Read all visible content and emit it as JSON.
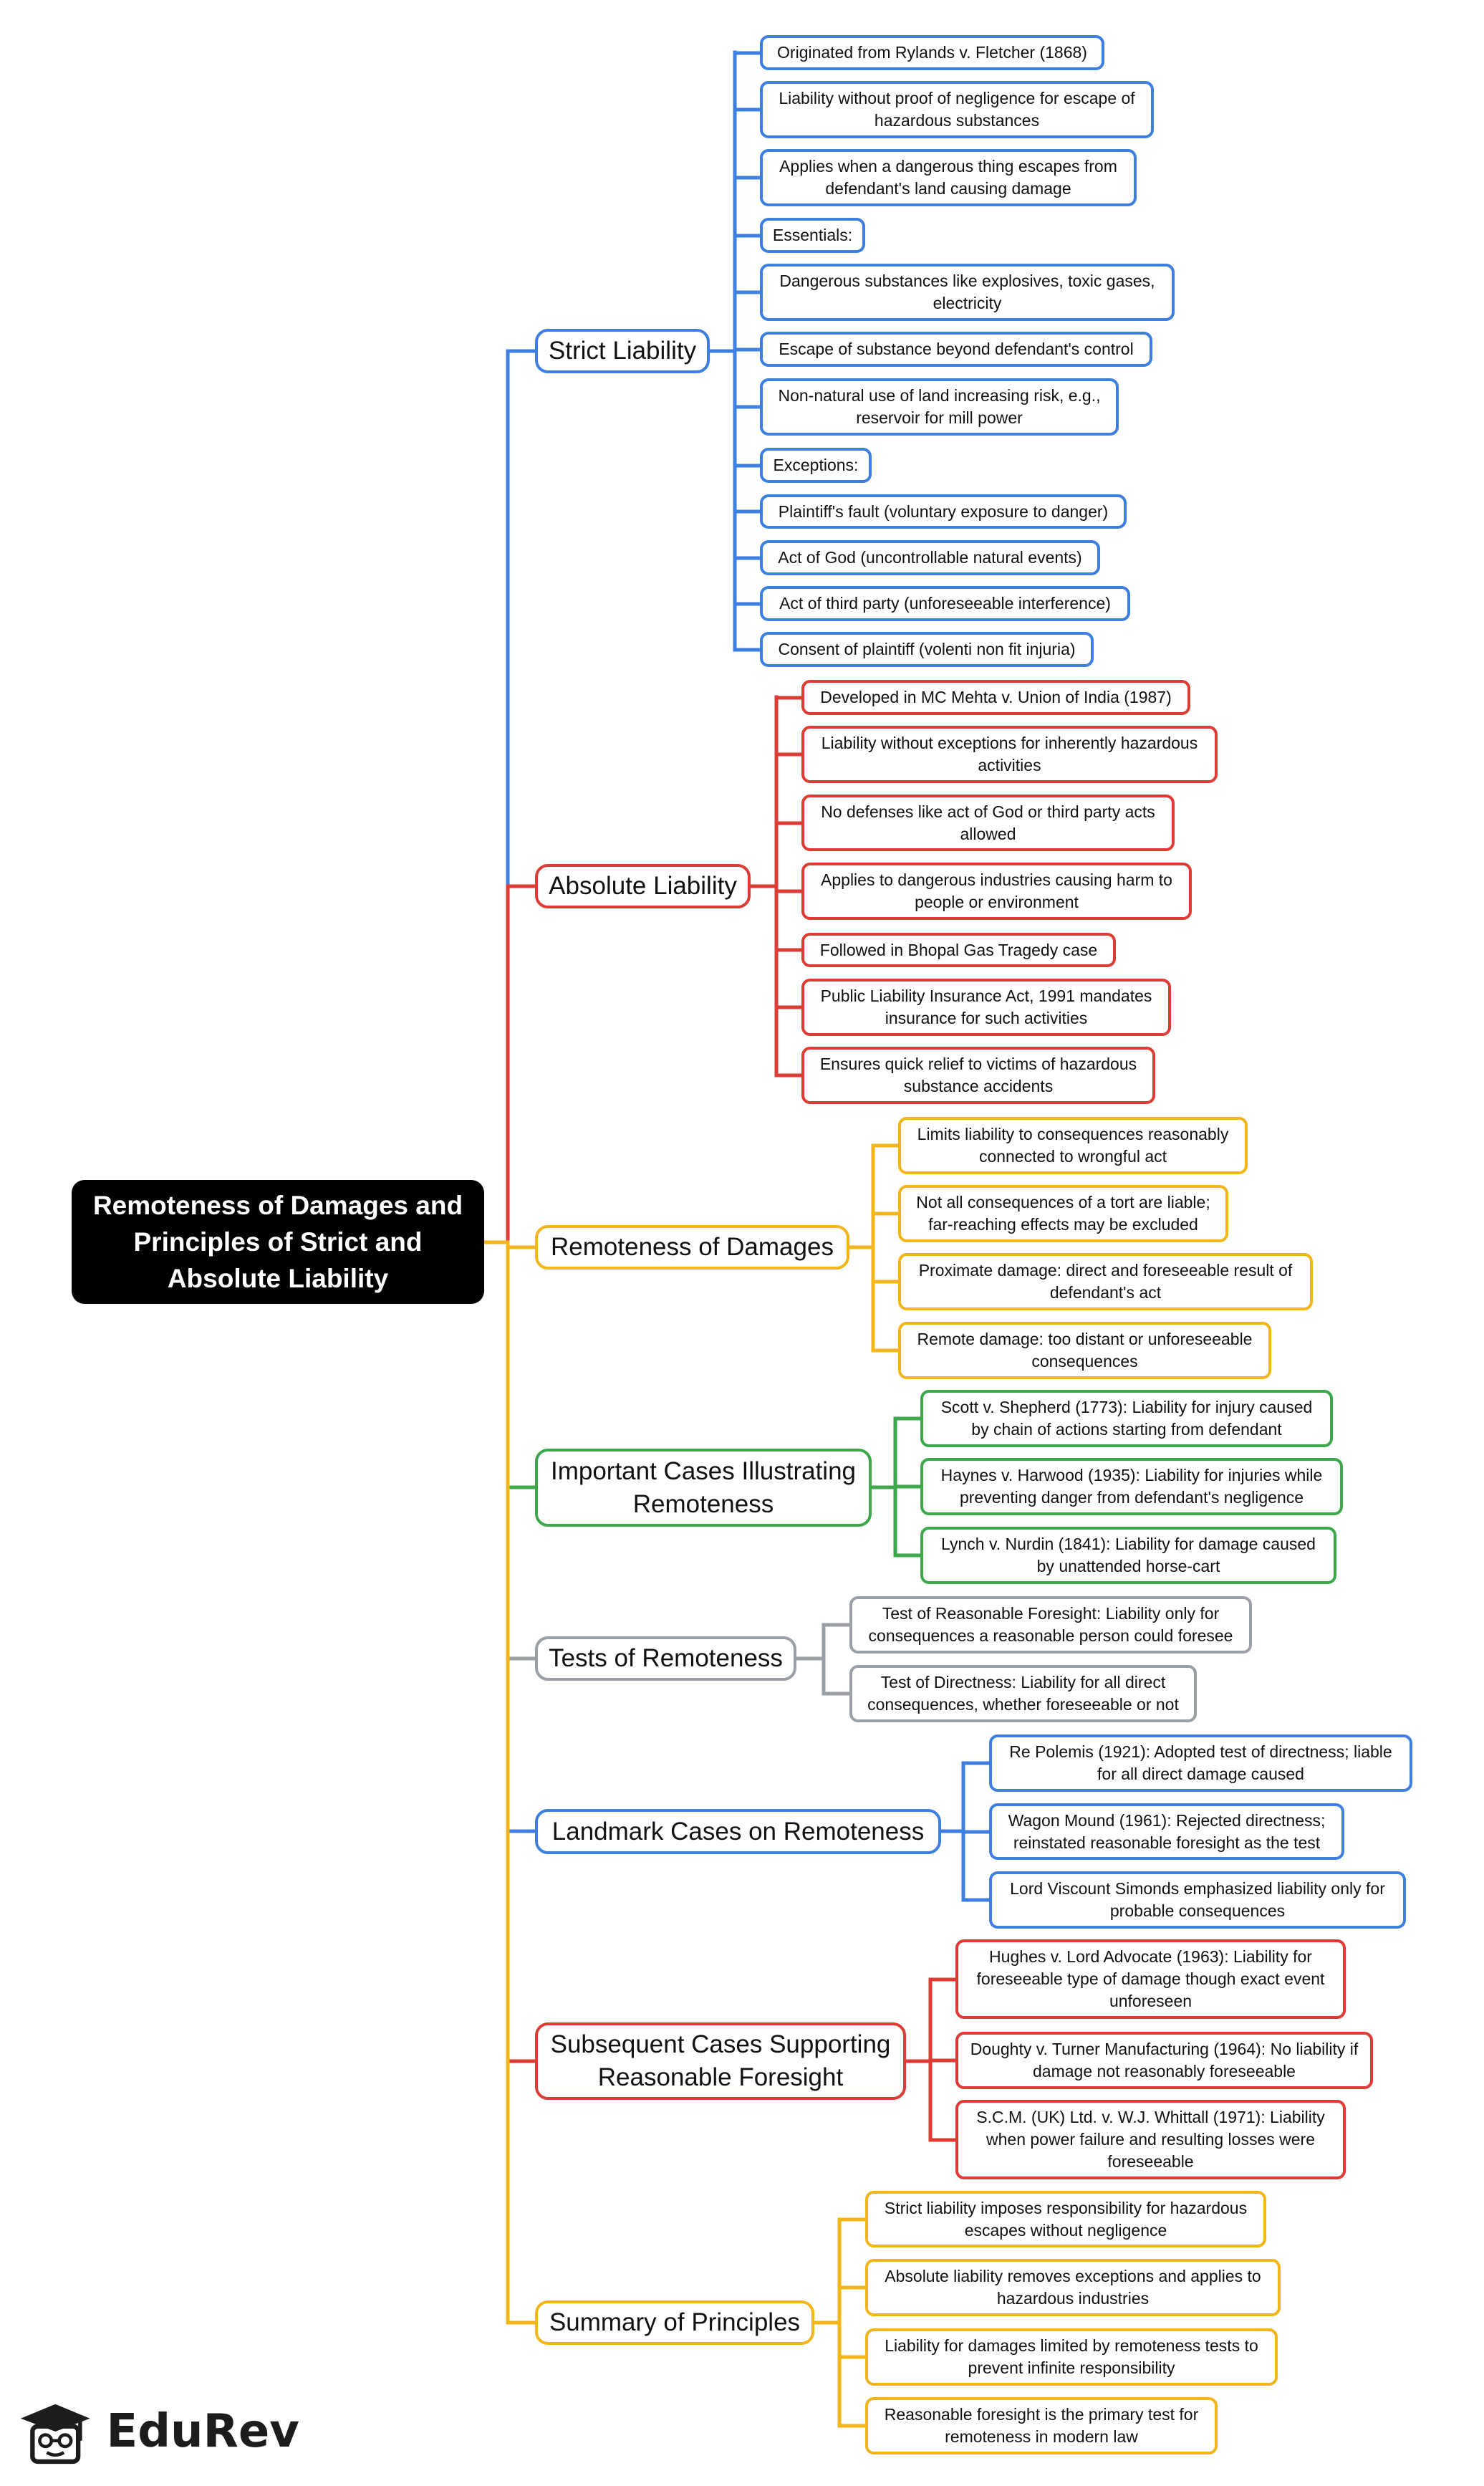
{
  "root": {
    "title": "Remoteness of Damages and Principles of Strict and Absolute Liability"
  },
  "colors": {
    "blue": "#3d7fe0",
    "red": "#dd3b33",
    "orange": "#f2b51a",
    "green": "#3ca84a",
    "gray": "#9a9ea5",
    "root_bg": "#000000"
  },
  "branches": [
    {
      "label": "Strict Liability",
      "color": "blue",
      "items": [
        "Originated from Rylands v. Fletcher (1868)",
        "Liability without proof of negligence for escape of hazardous substances",
        "Applies when a dangerous thing escapes from defendant's land causing damage",
        "Essentials:",
        "Dangerous substances like explosives, toxic gases, electricity",
        "Escape of substance beyond defendant's control",
        "Non-natural use of land increasing risk, e.g., reservoir for mill power",
        "Exceptions:",
        "Plaintiff's fault (voluntary exposure to danger)",
        "Act of God (uncontrollable natural events)",
        "Act of third party (unforeseeable interference)",
        "Consent of plaintiff (volenti non fit injuria)"
      ]
    },
    {
      "label": "Absolute Liability",
      "color": "red",
      "items": [
        "Developed in MC Mehta v. Union of India (1987)",
        "Liability without exceptions for inherently hazardous activities",
        "No defenses like act of God or third party acts allowed",
        "Applies to dangerous industries causing harm to people or environment",
        "Followed in Bhopal Gas Tragedy case",
        "Public Liability Insurance Act, 1991 mandates insurance for such activities",
        "Ensures quick relief to victims of hazardous substance accidents"
      ]
    },
    {
      "label": "Remoteness of Damages",
      "color": "orange",
      "items": [
        "Limits liability to consequences reasonably connected to wrongful act",
        "Not all consequences of a tort are liable; far-reaching effects may be excluded",
        "Proximate damage: direct and foreseeable result of defendant's act",
        "Remote damage: too distant or unforeseeable consequences"
      ]
    },
    {
      "label": "Important Cases Illustrating Remoteness",
      "color": "green",
      "items": [
        "Scott v. Shepherd (1773): Liability for injury caused by chain of actions starting from defendant",
        "Haynes v. Harwood (1935): Liability for injuries while preventing danger from defendant's negligence",
        "Lynch v. Nurdin (1841): Liability for damage caused by unattended horse-cart"
      ]
    },
    {
      "label": "Tests of Remoteness",
      "color": "gray",
      "items": [
        "Test of Reasonable Foresight: Liability only for consequences a reasonable person could foresee",
        "Test of Directness: Liability for all direct consequences, whether foreseeable or not"
      ]
    },
    {
      "label": "Landmark Cases on Remoteness",
      "color": "blue",
      "items": [
        "Re Polemis (1921): Adopted test of directness; liable for all direct damage caused",
        "Wagon Mound (1961): Rejected directness; reinstated reasonable foresight as the test",
        "Lord Viscount Simonds emphasized liability only for probable consequences"
      ]
    },
    {
      "label": "Subsequent Cases Supporting Reasonable Foresight",
      "color": "red",
      "items": [
        "Hughes v. Lord Advocate (1963): Liability for foreseeable type of damage though exact event unforeseen",
        "Doughty v. Turner Manufacturing (1964): No liability if damage not reasonably foreseeable",
        "S.C.M. (UK) Ltd. v. W.J. Whittall (1971): Liability when power failure and resulting losses were foreseeable"
      ]
    },
    {
      "label": "Summary of Principles",
      "color": "orange",
      "items": [
        "Strict liability imposes responsibility for hazardous escapes without negligence",
        "Absolute liability removes exceptions and applies to hazardous industries",
        "Liability for damages limited by remoteness tests to prevent infinite responsibility",
        "Reasonable foresight is the primary test for remoteness in modern law"
      ]
    }
  ],
  "logo": {
    "text": "EduRev",
    "icon": "graduation-cap-face-icon"
  }
}
